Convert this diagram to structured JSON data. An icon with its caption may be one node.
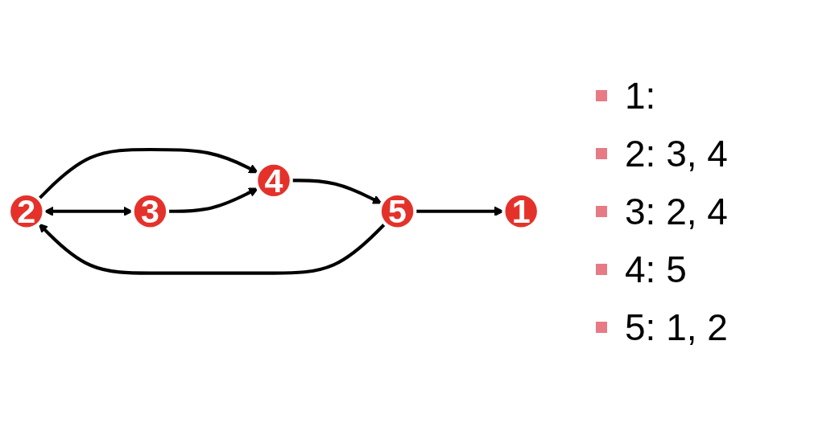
{
  "diagram": {
    "nodes": [
      {
        "text": [
          "1"
        ]
      },
      {
        "text": [
          "2"
        ]
      },
      {
        "text": [
          "3"
        ]
      },
      {
        "text": [
          "4"
        ]
      },
      {
        "text": [
          "5"
        ]
      }
    ],
    "edges": [
      {
        "from": 4,
        "to": 0,
        "arrow": "to"
      },
      {
        "from": 4,
        "to": 1,
        "arrow": "to"
      },
      {
        "from": 1,
        "to": 2,
        "arrow": "both"
      },
      {
        "from": 1,
        "to": 3,
        "arrow": "to"
      },
      {
        "from": 2,
        "to": 3,
        "arrow": "to"
      },
      {
        "from": 3,
        "to": 4,
        "arrow": "to"
      }
    ],
    "labels": [
      "1:",
      "2: 3, 4",
      "3: 2, 4",
      "4: 5",
      "5: 1, 2"
    ]
  }
}
